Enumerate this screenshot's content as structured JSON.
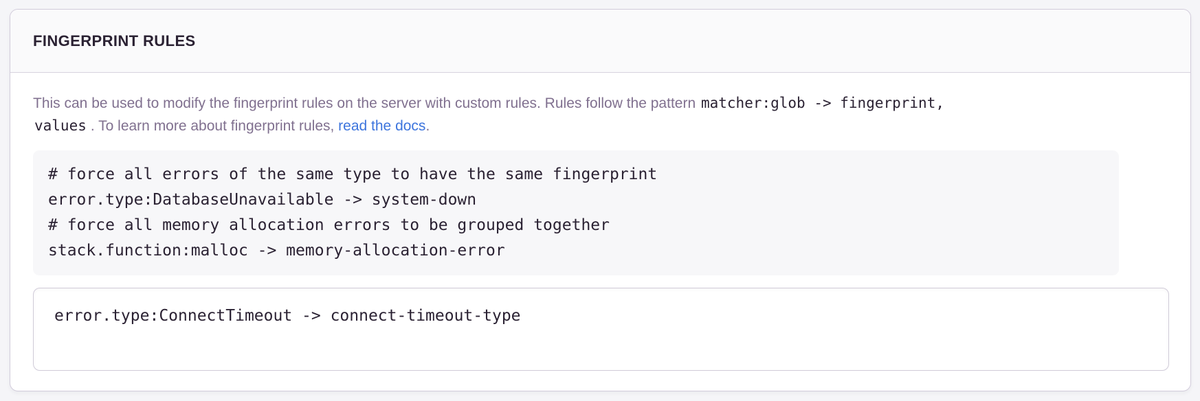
{
  "colors": {
    "page_bg": "#f5f5f8",
    "panel_bg": "#ffffff",
    "panel_border": "#d2ccdb",
    "header_bg": "#fafafb",
    "title_text": "#2b2233",
    "body_text": "#80708f",
    "code_text": "#2b2233",
    "code_block_bg": "#f7f7f9",
    "link": "#3c74dd",
    "input_border": "#d0cbd8"
  },
  "panel": {
    "title": "FINGERPRINT RULES"
  },
  "description": {
    "text_intro": "This can be used to modify the fingerprint rules on the server with custom rules. Rules follow the pattern",
    "pattern_code_line1": "matcher:glob -> fingerprint,",
    "pattern_code_line2": "values",
    "text_after_code": ". To learn more about fingerprint rules,",
    "link_label": "read the docs",
    "text_end": "."
  },
  "example": {
    "lines": [
      "# force all errors of the same type to have the same fingerprint",
      "error.type:DatabaseUnavailable -> system-down",
      "# force all memory allocation errors to be grouped together",
      "stack.function:malloc -> memory-allocation-error"
    ]
  },
  "input": {
    "value": "error.type:ConnectTimeout -> connect-timeout-type"
  }
}
